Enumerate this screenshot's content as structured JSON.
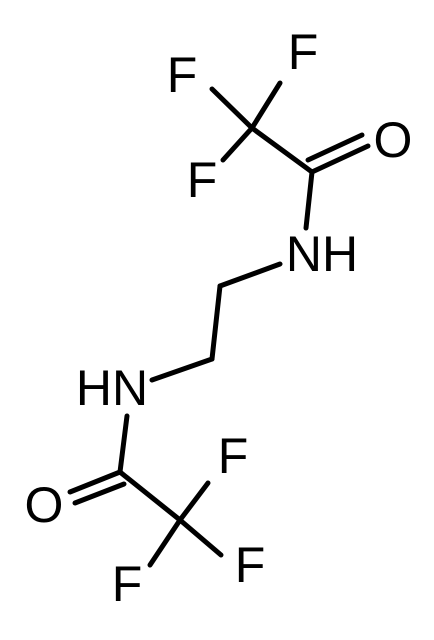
{
  "molecule": {
    "atoms": {
      "f_top_left": "F",
      "f_top_right": "F",
      "f_top_mid": "F",
      "o_top": "O",
      "nh_top": "NH",
      "hn_bottom": "HN",
      "o_bottom": "O",
      "f_bottom_right_top": "F",
      "f_bottom_left": "F",
      "f_bottom_right": "F"
    }
  }
}
